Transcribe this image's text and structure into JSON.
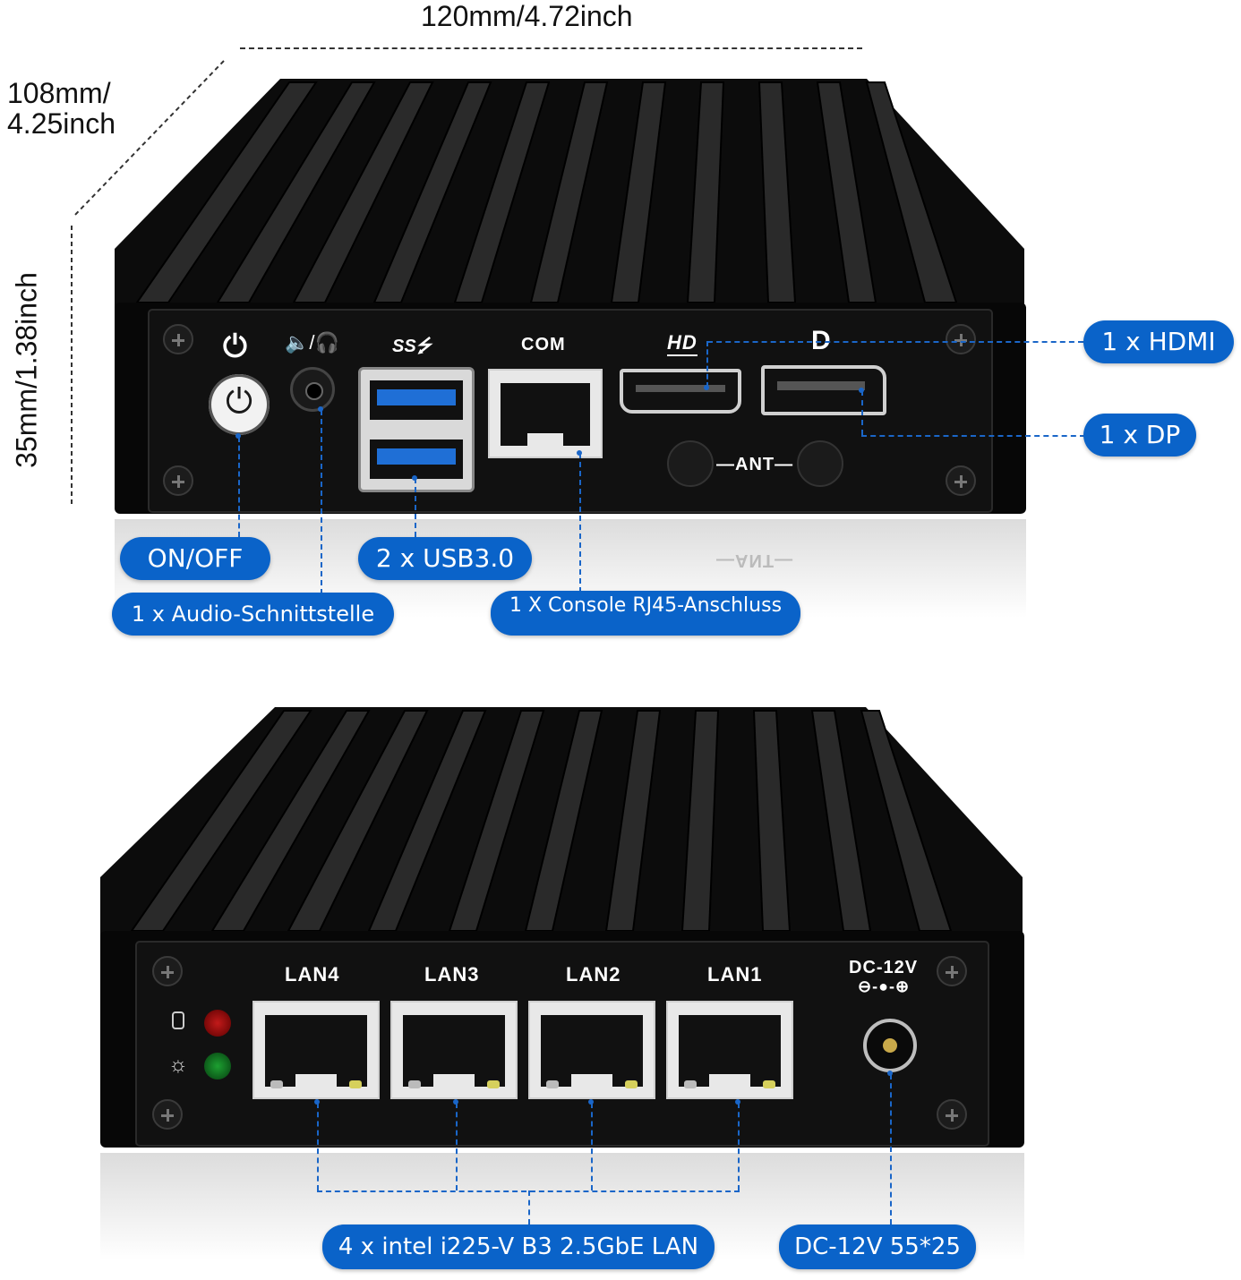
{
  "dimensions": {
    "width_text": "120mm/4.72inch",
    "depth_line1": "108mm/",
    "depth_line2": "4.25inch",
    "height_text": "35mm/1.38inch"
  },
  "top_panel": {
    "labels": {
      "com": "COM",
      "ant": "—ANT—",
      "ant_reflection": "—ANT—",
      "usb_logo": "SS⭍",
      "hdmi_logo": "HD",
      "dp_logo": "D",
      "audio_icons": "🔈/🎧"
    },
    "callouts": {
      "hdmi": "1 x HDMI",
      "dp": "1 x DP",
      "onoff": "ON/OFF",
      "usb": "2 x USB3.0",
      "audio": "1 x Audio-Schnittstelle",
      "console": "1 X Console RJ45-Anschluss"
    }
  },
  "bottom_panel": {
    "lan_labels": [
      "LAN4",
      "LAN3",
      "LAN2",
      "LAN1"
    ],
    "dc_label": "DC-12V",
    "dc_polarity": "⊖-●-⊕",
    "callouts": {
      "lan": "4 x intel i225-V B3 2.5GbE LAN",
      "dc": "DC-12V 55*25"
    }
  },
  "colors": {
    "accent": "#0a63c9",
    "device_body": "#0d0d0d",
    "led_red": "#8b0000",
    "led_green": "#0b6b1a"
  }
}
